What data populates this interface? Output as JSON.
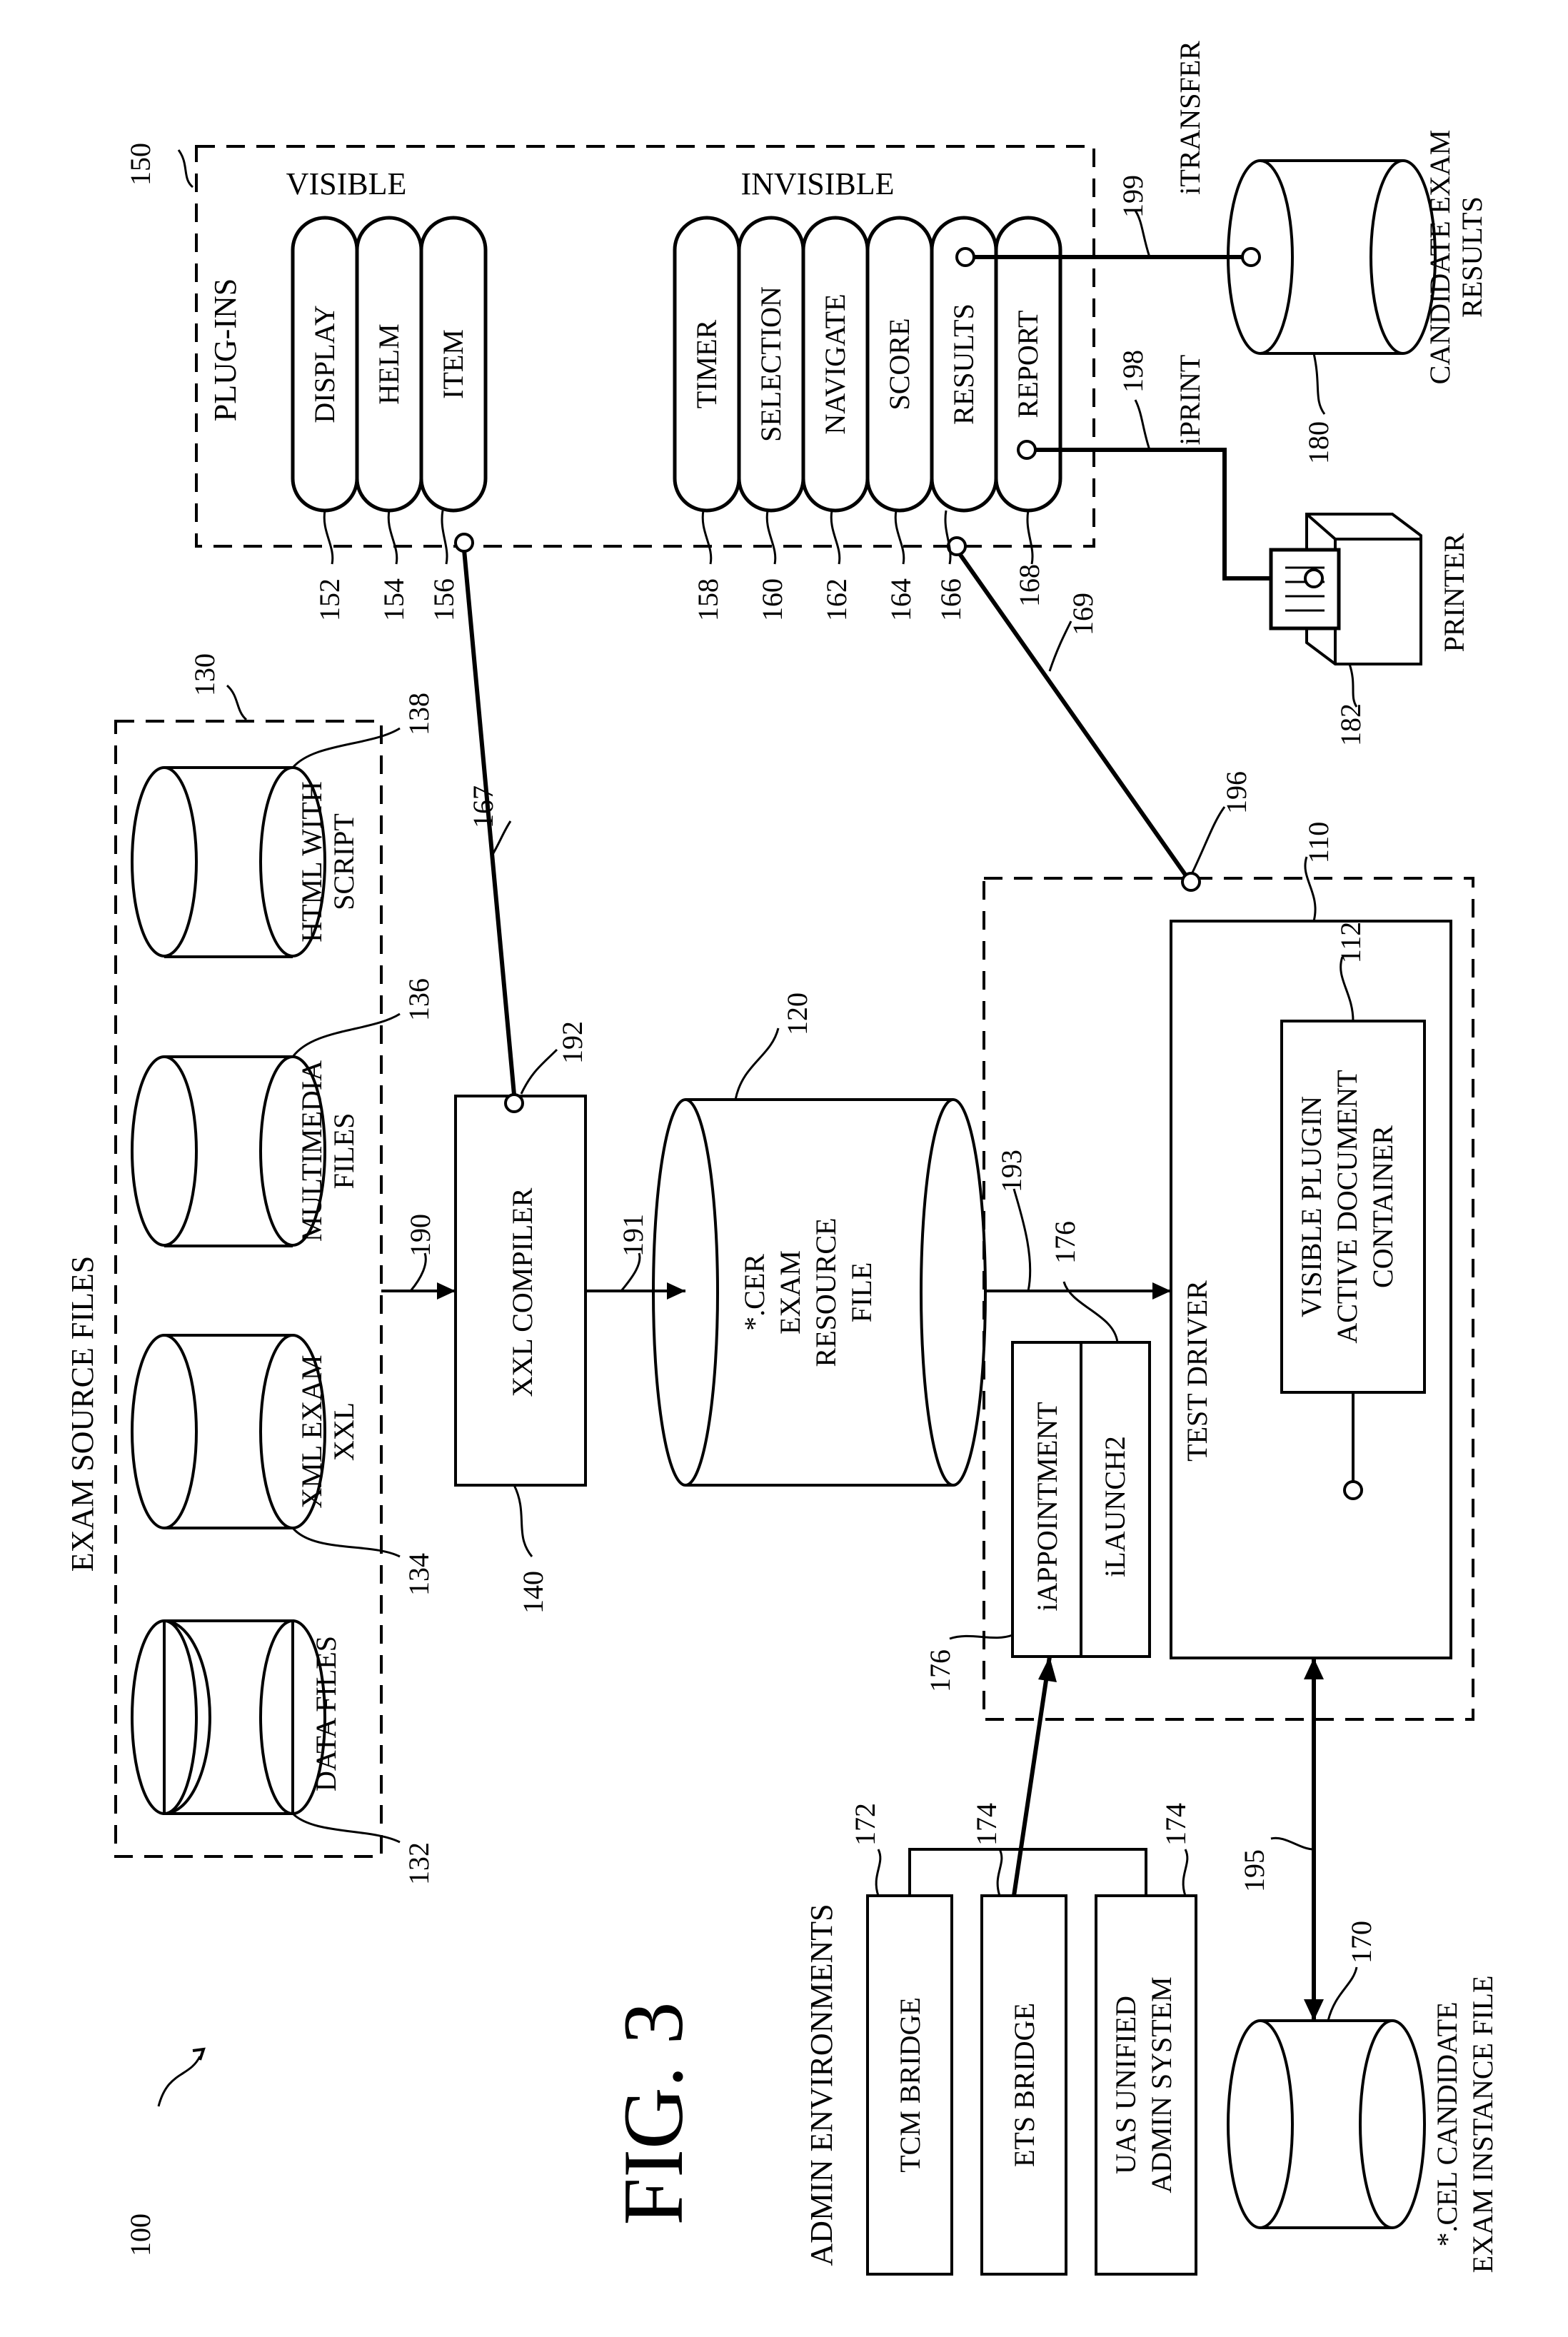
{
  "figure_label": "FIG. 3",
  "system_ref": "100",
  "exam_source": {
    "title": "EXAM SOURCE FILES",
    "ref": "130",
    "files": [
      {
        "label_1": "DATA FILES",
        "label_2": "",
        "ref": "132"
      },
      {
        "label_1": "XML EXAM",
        "label_2": "XXL",
        "ref": "134"
      },
      {
        "label_1": "MULTIMEDIA",
        "label_2": "FILES",
        "ref": "136"
      },
      {
        "label_1": "HTML WITH",
        "label_2": "SCRIPT",
        "ref": "138"
      }
    ]
  },
  "plugins": {
    "title": "PLUG-INS",
    "ref": "150",
    "visible_title": "VISIBLE",
    "invisible_title": "INVISIBLE",
    "visible": [
      {
        "label": "DISPLAY",
        "ref": "152"
      },
      {
        "label": "HELM",
        "ref": "154"
      },
      {
        "label": "ITEM",
        "ref": "156"
      }
    ],
    "invisible": [
      {
        "label": "TIMER",
        "ref": "158"
      },
      {
        "label": "SELECTION",
        "ref": "160"
      },
      {
        "label": "NAVIGATE",
        "ref": "162"
      },
      {
        "label": "SCORE",
        "ref": "164"
      },
      {
        "label": "RESULTS",
        "ref": "166"
      },
      {
        "label": "REPORT",
        "ref": "168"
      }
    ]
  },
  "compiler": {
    "label": "XXL COMPILER",
    "ref": "140"
  },
  "resource_file": {
    "label_1": "*.CER",
    "label_2": "EXAM",
    "label_3": "RESOURCE",
    "label_4": "FILE",
    "ref": "120"
  },
  "test_driver": {
    "label": "TEST DRIVER",
    "ref": "110",
    "container": {
      "label_1": "VISIBLE PLUGIN",
      "label_2": "ACTIVE DOCUMENT",
      "label_3": "CONTAINER",
      "ref": "112"
    },
    "appointment": {
      "label_1": "iAPPOINTMENT",
      "label_2": "iLAUNCH2",
      "ref_1": "176",
      "ref_2": "176"
    }
  },
  "admin": {
    "title": "ADMIN ENVIRONMENTS",
    "items": [
      {
        "label_1": "TCM BRIDGE",
        "label_2": "",
        "ref": "172"
      },
      {
        "label_1": "ETS BRIDGE",
        "label_2": "",
        "ref": "174"
      },
      {
        "label_1": "UAS UNIFIED",
        "label_2": "ADMIN SYSTEM",
        "ref": "174"
      }
    ]
  },
  "candidate_instance": {
    "label_1": "*.CEL CANDIDATE",
    "label_2": "EXAM INSTANCE FILE",
    "ref": "170"
  },
  "candidate_results": {
    "label_1": "CANDIDATE EXAM",
    "label_2": "RESULTS",
    "ref": "180"
  },
  "printer": {
    "label": "PRINTER",
    "ref": "182"
  },
  "connections": {
    "source_to_compiler": "190",
    "compiler_to_resource": "191",
    "compiler_port": "192",
    "resource_to_driver": "193",
    "admin_link": "195",
    "driver_port": "196",
    "print_link": "198",
    "print_label": "iPRINT",
    "transfer_link": "199",
    "transfer_label": "iTRANSFER",
    "item_link": "167",
    "results_link": "169"
  }
}
